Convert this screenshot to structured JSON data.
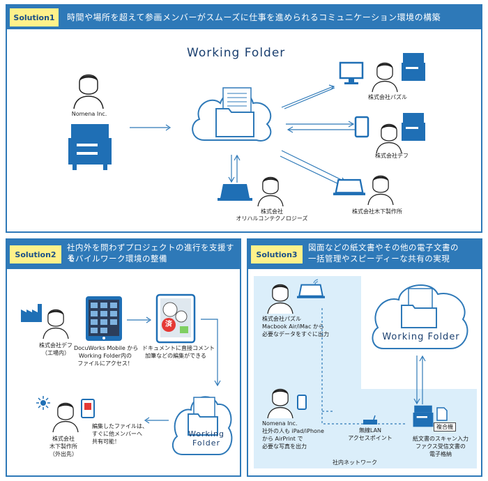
{
  "s1": {
    "badge": "Solution1",
    "heading": "時間や場所を超えて参画メンバーがスムーズに仕事を進められるコミュニケーション環境の構築",
    "folder_title": "Working Folder",
    "nomena": "Nomena Inc.",
    "puzzle": "株式会社パズル",
    "def": "株式会社デフ",
    "orihalcon1": "株式会社",
    "orihalcon2": "オリハルコンテクノロジーズ",
    "kinoshita": "株式会社木下製作所"
  },
  "s2": {
    "badge": "Solution2",
    "heading1": "社内外を問わずプロジェクトの進行を支援する",
    "heading2": "モバイルワーク環境の整備",
    "def1": "株式会社デフ",
    "def2": "（工場内）",
    "docu1": "DocuWorks Mobile から",
    "docu2": "Working Folder内の",
    "docu3": "ファイルにアクセス！",
    "comment1": "ドキュメントに直接コメント",
    "comment2": "加筆などの編集ができる",
    "stamp": "済",
    "share1": "編集したファイルは、",
    "share2": "すぐに他メンバーへ",
    "share3": "共有可能！",
    "kino1": "株式会社",
    "kino2": "木下製作所",
    "kino3": "（外出先）",
    "folder_title1": "Working",
    "folder_title2": "Folder"
  },
  "s3": {
    "badge": "Solution3",
    "heading1": "図面などの紙文書やその他の電子文書の",
    "heading2": "一括管理やスピーディーな共有の実現",
    "puzzle1": "株式会社パズル",
    "puzzle2": "Macbook Air/iMac から",
    "puzzle3": "必要なデータをすぐに出力",
    "folder_title": "Working Folder",
    "nomena1": "Nomena Inc.",
    "nomena2": "社外の人も iPad/iPhone",
    "nomena3": "から AirPrint で",
    "nomena4": "必要な写真を出力",
    "lan1": "無線LAN",
    "lan2": "アクセスポイント",
    "scan1": "紙文書のスキャン入力",
    "scan2": "ファクス受信文書の",
    "scan3": "電子格納",
    "fukugo": "複合機",
    "network": "社内ネットワーク"
  },
  "colors": {
    "accent": "#2e79b8",
    "badge": "#fff18a",
    "device": "#1f6fb5",
    "lan": "#dbeefa"
  }
}
